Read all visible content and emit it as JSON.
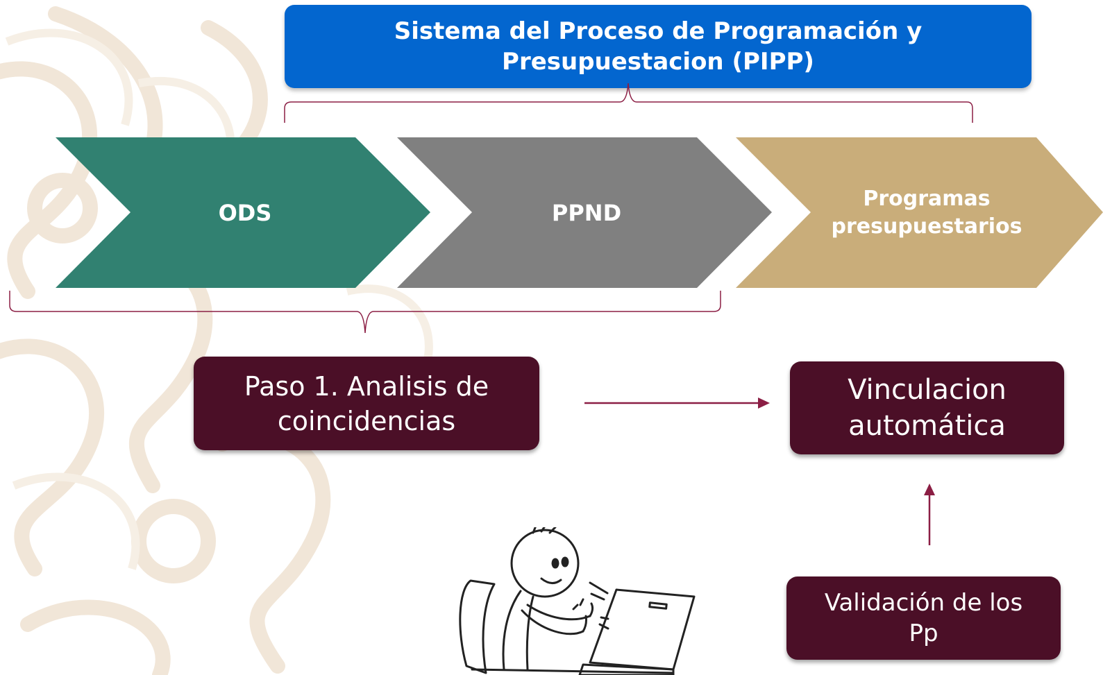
{
  "title": {
    "line1": "Sistema del Proceso de Programación y",
    "line2": "Presupuestacion (PIPP)"
  },
  "chevrons": [
    {
      "line1": "ODS",
      "line2": "",
      "color": "#318171"
    },
    {
      "line1": "PPND",
      "line2": "",
      "color": "#808080"
    },
    {
      "line1": "Programas",
      "line2": "presupuestarios",
      "color": "#c9ad7a"
    }
  ],
  "steps": {
    "analisis": {
      "line1": "Paso 1.  Analisis de",
      "line2": "coincidencias"
    },
    "vinculacion": {
      "line1": "Vinculacion",
      "line2": "automática"
    },
    "validacion": {
      "line1": "Validación de los",
      "line2": "Pp"
    }
  },
  "colors": {
    "title_bg": "#0366cf",
    "step_bg": "#4b0f27",
    "connector": "#8b1e44",
    "background_pattern": "#f3e9dc"
  },
  "icons": {
    "illustration": "person-at-laptop-sketch"
  }
}
